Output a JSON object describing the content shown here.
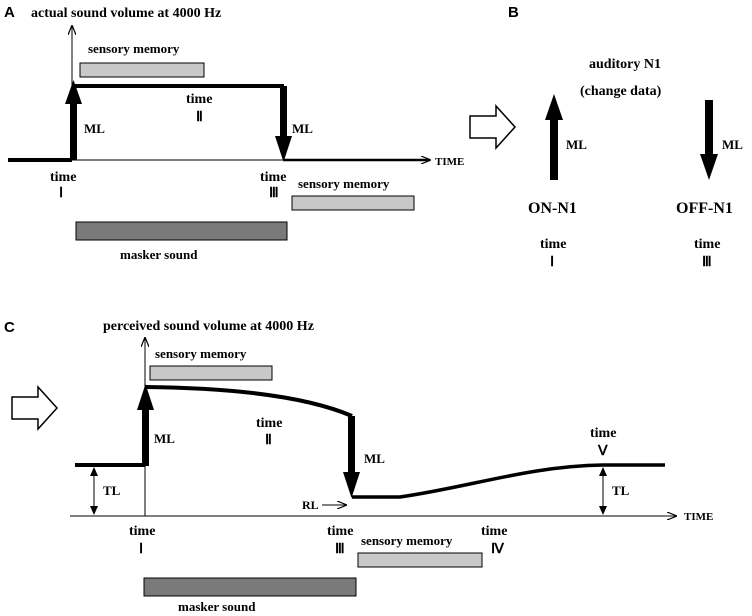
{
  "panels": {
    "A": {
      "letter": "A",
      "title": "actual sound volume at 4000 Hz",
      "axis_label": "TIME",
      "sensory_memory_1": "sensory memory",
      "sensory_memory_2": "sensory memory",
      "masker": "masker sound",
      "ml_up": "ML",
      "ml_down": "ML",
      "time_word_1": "time",
      "time_num_1": "Ⅰ",
      "time_word_2": "time",
      "time_num_2": "Ⅱ",
      "time_word_3": "time",
      "time_num_3": "Ⅲ"
    },
    "B": {
      "letter": "B",
      "title_line1": "auditory N1",
      "title_line2": "(change data)",
      "ml_up": "ML",
      "ml_down": "ML",
      "on_label": "ON-N1",
      "off_label": "OFF-N1",
      "time_word_1": "time",
      "time_num_1": "Ⅰ",
      "time_word_3": "time",
      "time_num_3": "Ⅲ"
    },
    "C": {
      "letter": "C",
      "title": "perceived sound volume at 4000 Hz",
      "axis_label": "TIME",
      "sensory_memory_1": "sensory memory",
      "sensory_memory_2": "sensory memory",
      "masker": "masker sound",
      "ml_up": "ML",
      "ml_down": "ML",
      "tl_left": "TL",
      "tl_right": "TL",
      "rl": "RL",
      "time_word_1": "time",
      "time_num_1": "Ⅰ",
      "time_word_2": "time",
      "time_num_2": "Ⅱ",
      "time_word_3": "time",
      "time_num_3": "Ⅲ",
      "time_word_4": "time",
      "time_num_4": "Ⅳ",
      "time_word_5": "time",
      "time_num_5": "Ⅴ"
    }
  },
  "colors": {
    "light_bar": "#c8c8c8",
    "dark_bar": "#7a7a7a",
    "line": "#000000"
  }
}
